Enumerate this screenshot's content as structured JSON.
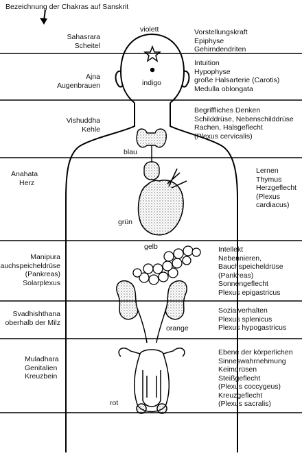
{
  "header": {
    "title": "Bezeichnung der Chakras auf Sanskrit"
  },
  "chakras": [
    {
      "name": "Sahasrara",
      "place": "Scheitel",
      "color": "violett",
      "organs": [
        "Vorstellungskraft",
        "Epiphyse",
        "Gehirndendriten"
      ]
    },
    {
      "name": "Ajna",
      "place": "Augenbrauen",
      "color": "indigo",
      "organs": [
        "Intuition",
        "Hypophyse",
        "große Halsarterie (Carotis)",
        "Medulla oblongata"
      ]
    },
    {
      "name": "Vishuddha",
      "place": "Kehle",
      "color": "blau",
      "organs": [
        "Begriffliches Denken",
        "Schilddrüse, Nebenschilddrüse",
        "Rachen, Halsgeflecht",
        "(Plexus cervicalis)"
      ]
    },
    {
      "name": "Anahata",
      "place": "Herz",
      "color": "grün",
      "organs": [
        "Lernen",
        "Thymus",
        "Herzgeflecht",
        "(Plexus",
        "cardiacus)"
      ]
    },
    {
      "name": "Manipura",
      "place": "Bauchspeicheldrüse (Pankreas) Solarplexus",
      "place_lines": [
        "Bauchspeicheldrüse",
        "(Pankreas)",
        "Solarplexus"
      ],
      "color": "gelb",
      "organs": [
        "Intellekt",
        "Nebennieren,",
        "Bauchspeicheldrüse",
        "(Pankreas)",
        "Sonnengeflecht",
        "Plexus epigastricus"
      ]
    },
    {
      "name": "Svadhishthana",
      "place": "oberhalb der Milz",
      "color": "orange",
      "organs": [
        "Sozialverhalten",
        "Plexus splenicus",
        "Plexus hypogastricus"
      ]
    },
    {
      "name": "Muladhara",
      "place_lines": [
        "Genitalien",
        "Kreuzbein"
      ],
      "color": "rot",
      "organs": [
        "Ebene der körperlichen",
        "Sinneswahrnehmung",
        "Keimdrüsen",
        "Steißgeflecht",
        "(Plexus coccygeus)",
        "Kreuzgeflecht",
        "(Plexus sacralis)"
      ]
    }
  ]
}
